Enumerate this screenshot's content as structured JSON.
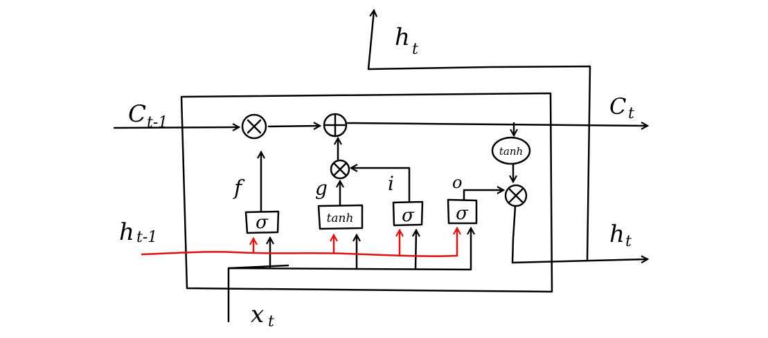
{
  "labels": {
    "c_prev": "C",
    "c_prev_sub": "t-1",
    "c_out": "C",
    "c_out_sub": "t",
    "h_prev": "h",
    "h_prev_sub": "t-1",
    "h_top": "h",
    "h_top_sub": "t",
    "h_right": "h",
    "h_right_sub": "t",
    "x_in": "x",
    "x_in_sub": "t",
    "gate_f": "f",
    "gate_g": "g",
    "gate_i": "i",
    "gate_o": "o"
  },
  "gates": {
    "forget": "σ",
    "candidate": "tanh",
    "input": "σ",
    "output": "σ"
  },
  "ops": {
    "mul_forget": "⊗",
    "add_cell": "⊕",
    "mul_input": "⊗",
    "mul_output": "⊗",
    "tanh_cell": "tanh"
  },
  "colors": {
    "line": "#000000",
    "h_prev_line": "#e01010"
  }
}
